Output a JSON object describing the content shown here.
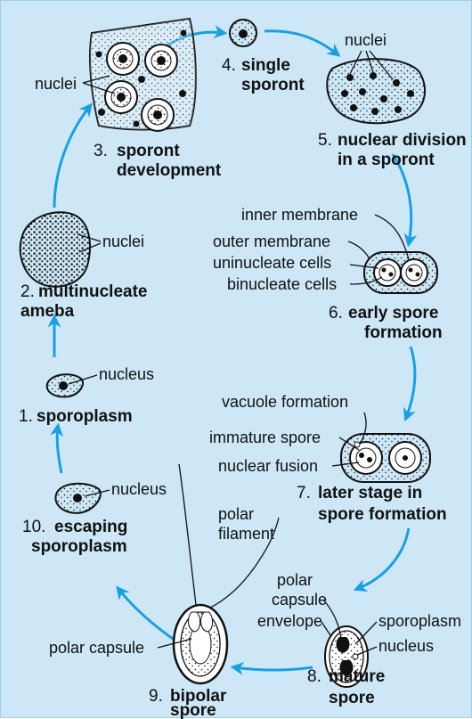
{
  "colors": {
    "background": "#cde7f7",
    "arrow": "#1a9fe0",
    "ink": "#111111"
  },
  "stages": [
    {
      "num": "1.",
      "line1": "sporoplasm",
      "line2": ""
    },
    {
      "num": "2.",
      "line1": "multinucleate",
      "line2": "ameba"
    },
    {
      "num": "3.",
      "line1": "sporont",
      "line2": "development"
    },
    {
      "num": "4.",
      "line1": "single",
      "line2": "sporont"
    },
    {
      "num": "5.",
      "line1": "nuclear division",
      "line2": "in a sporont"
    },
    {
      "num": "6.",
      "line1": "early spore",
      "line2": "formation"
    },
    {
      "num": "7.",
      "line1": "later stage in",
      "line2": "spore formation"
    },
    {
      "num": "8.",
      "line1": "mature",
      "line2": "spore"
    },
    {
      "num": "9.",
      "line1": "bipolar",
      "line2": "spore"
    },
    {
      "num": "10.",
      "line1": "escaping",
      "line2": "sporoplasm"
    }
  ],
  "labels": {
    "nuclei_3": "nuclei",
    "nuclei_5": "nuclei",
    "nuclei_2": "nuclei",
    "nucleus_1": "nucleus",
    "nucleus_10": "nucleus",
    "inner_membrane": "inner membrane",
    "outer_membrane": "outer membrane",
    "uninucleate_cells": "uninucleate cells",
    "binucleate_cells": "binucleate cells",
    "vacuole_formation": "vacuole formation",
    "immature_spore": "immature spore",
    "nuclear_fusion": "nuclear fusion",
    "polar_capsule_8_line1": "polar",
    "polar_capsule_8_line2": "capsule",
    "envelope": "envelope",
    "sporoplasm_8": "sporoplasm",
    "nucleus_8": "nucleus",
    "polar_filament_line1": "polar",
    "polar_filament_line2": "filament",
    "polar_capsule_9": "polar capsule"
  }
}
